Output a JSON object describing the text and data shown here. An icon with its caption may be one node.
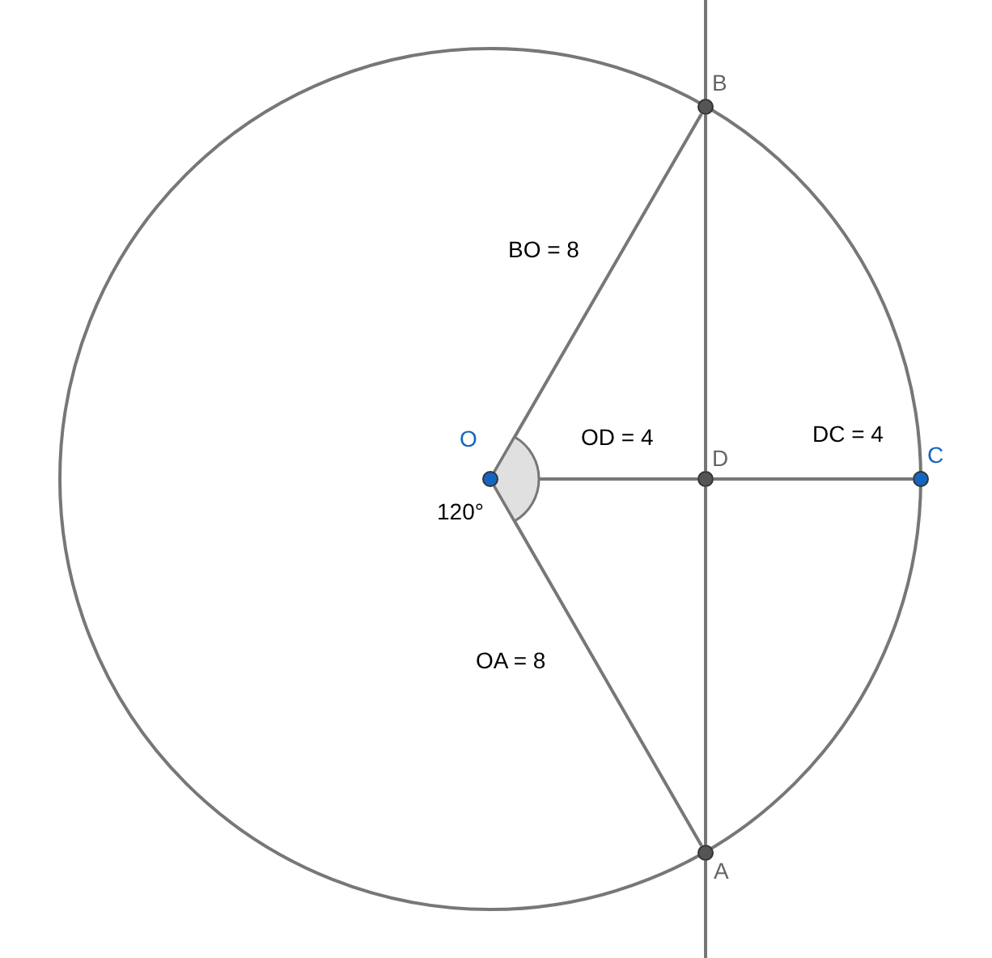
{
  "diagram": {
    "nodes": [
      {
        "text": [
          "O"
        ]
      },
      {
        "text": [
          "B"
        ]
      },
      {
        "text": [
          "D"
        ]
      },
      {
        "text": [
          "C"
        ]
      },
      {
        "text": [
          "A"
        ]
      }
    ],
    "edges": [
      {
        "from": 0,
        "to": 1,
        "arrow": "none",
        "label": "BO = 8"
      },
      {
        "from": 0,
        "to": 2,
        "arrow": "none",
        "label": "OD = 4"
      },
      {
        "from": 2,
        "to": 3,
        "arrow": "none",
        "label": "DC = 4"
      },
      {
        "from": 0,
        "to": 4,
        "arrow": "none",
        "label": "OA = 8"
      },
      {
        "from": null,
        "to": 1,
        "arrow": "none"
      },
      {
        "from": 1,
        "to": 2,
        "arrow": "none"
      },
      {
        "from": 2,
        "to": 4,
        "arrow": "none"
      },
      {
        "from": 4,
        "to": null,
        "arrow": "none"
      }
    ],
    "labels": [
      "120°"
    ]
  }
}
